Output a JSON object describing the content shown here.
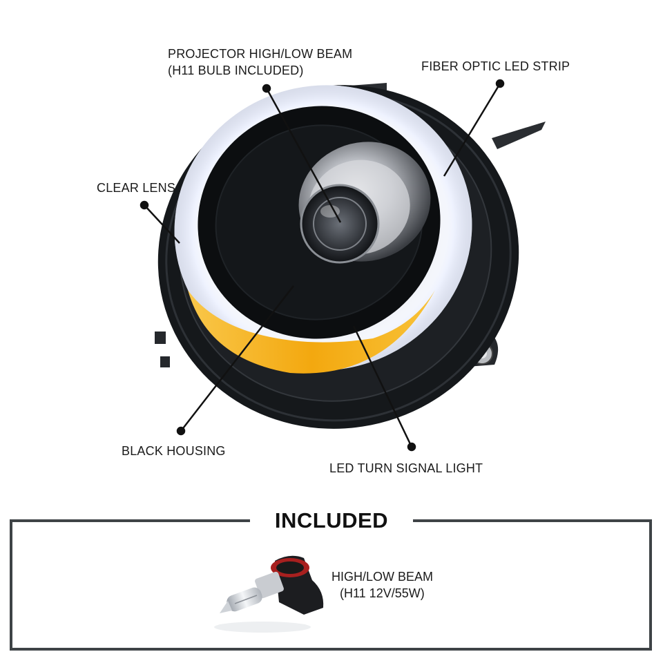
{
  "callouts": {
    "projector": {
      "line1": "PROJECTOR HIGH/LOW BEAM",
      "line2": "(H11 BULB INCLUDED)"
    },
    "fiber": "FIBER OPTIC LED STRIP",
    "clear_lens": "CLEAR LENS",
    "housing": "BLACK HOUSING",
    "turn_signal": "LED TURN SIGNAL LIGHT"
  },
  "included": {
    "title": "INCLUDED",
    "bulb_line1": "HIGH/LOW BEAM",
    "bulb_line2": "(H11 12V/55W)"
  },
  "colors": {
    "housing": "#15181b",
    "led_ring": "#f4f6fb",
    "amber": "#f6b41a",
    "frame": "#3e4346"
  }
}
